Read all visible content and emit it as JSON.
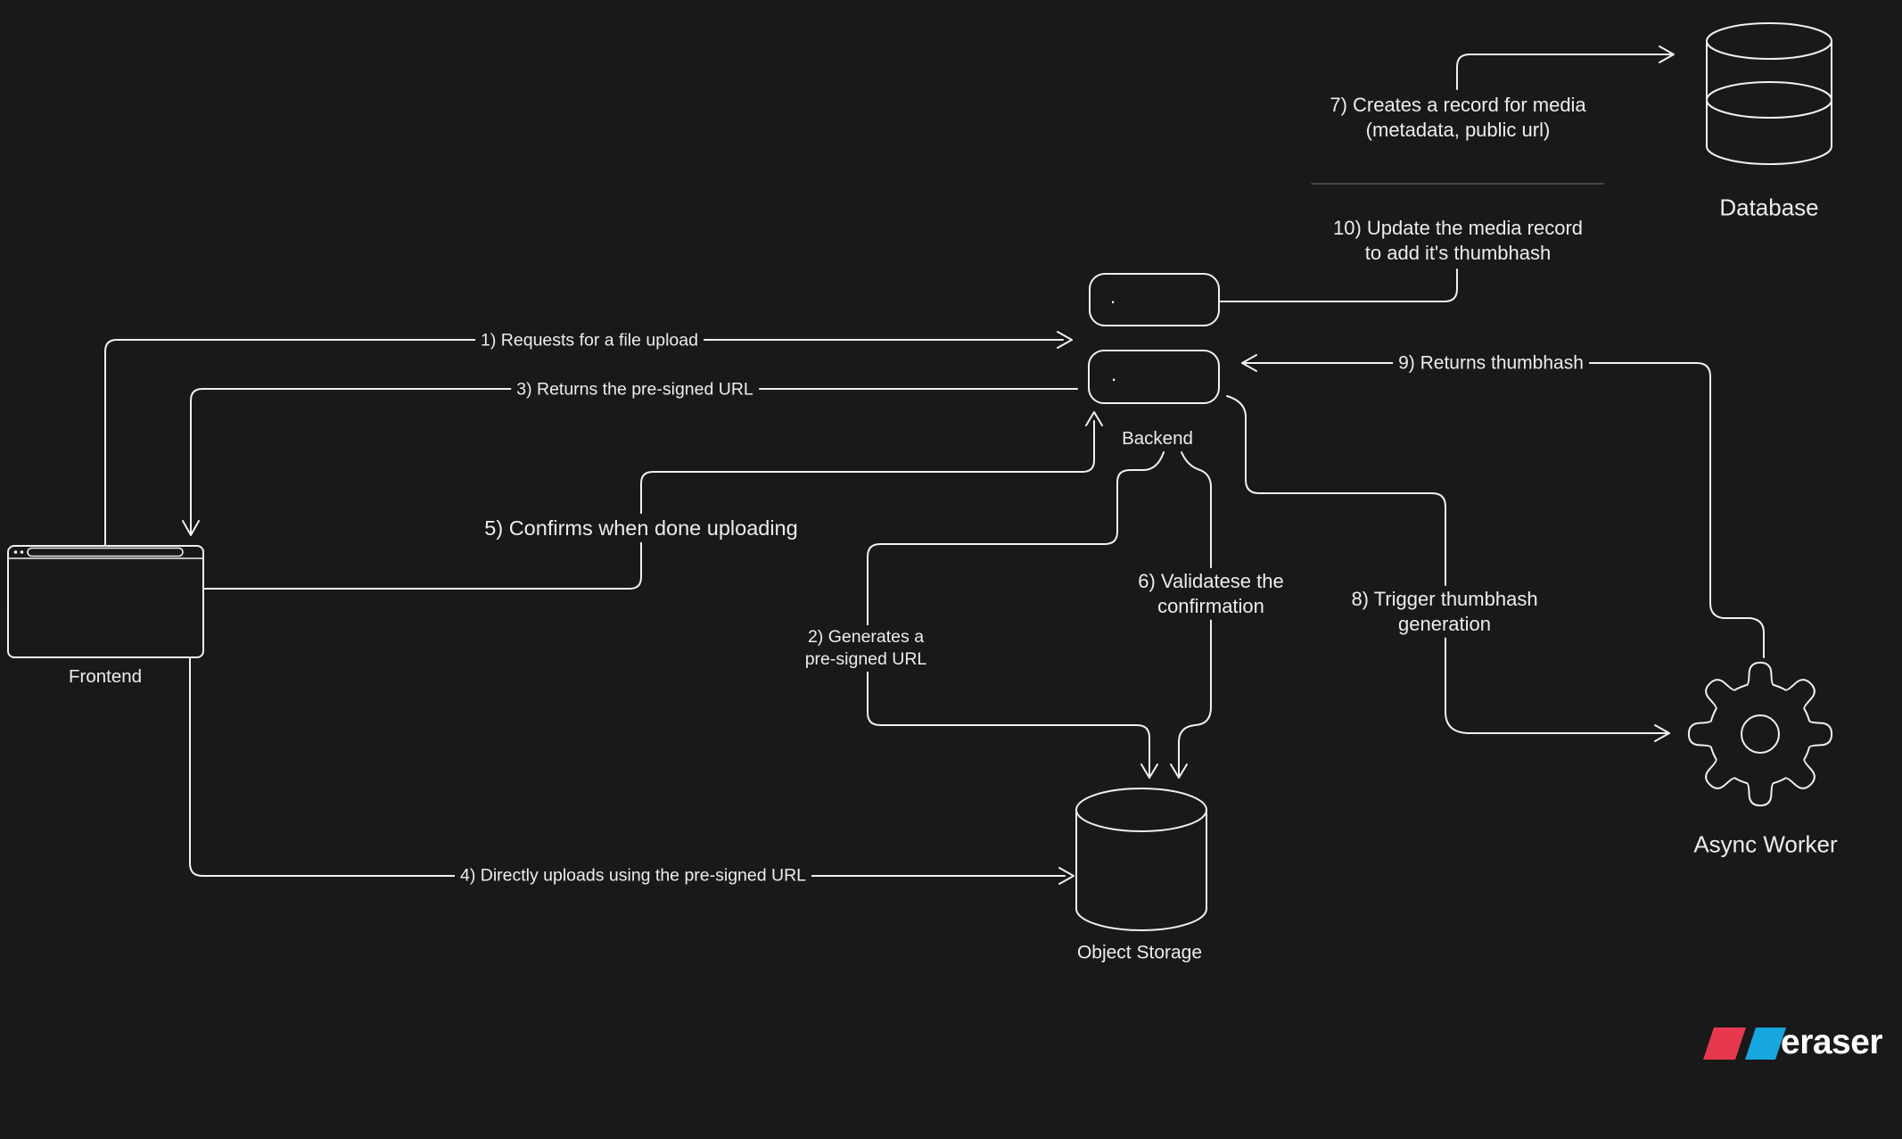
{
  "colors": {
    "background": "#191919",
    "line": "#f0f0f0",
    "divider": "#575757",
    "logo_red": "#e8384e",
    "logo_blue": "#16a6e0"
  },
  "nodes": {
    "frontend": {
      "label": "Frontend"
    },
    "backend": {
      "label": "Backend",
      "box1_text": ".",
      "box2_text": "."
    },
    "database": {
      "label": "Database"
    },
    "object_storage": {
      "label": "Object Storage"
    },
    "async_worker": {
      "label": "Async Worker"
    }
  },
  "steps": {
    "s1": {
      "text": "1) Requests for a file upload"
    },
    "s2": {
      "line1": "2) Generates a",
      "line2": "pre-signed URL"
    },
    "s3": {
      "text": "3) Returns the pre-signed URL"
    },
    "s4": {
      "text": "4) Directly uploads using the pre-signed URL"
    },
    "s5": {
      "text": "5) Confirms when done uploading"
    },
    "s6": {
      "line1": "6) Validatese the",
      "line2": "confirmation"
    },
    "s7": {
      "line1": "7) Creates a record for media",
      "line2": "(metadata, public url)"
    },
    "s8": {
      "line1": "8) Trigger thumbhash",
      "line2": "generation"
    },
    "s9": {
      "text": "9) Returns thumbhash"
    },
    "s10": {
      "line1": "10) Update the media record",
      "line2": "to add it's thumbhash"
    }
  },
  "watermark": {
    "text": "eraser"
  }
}
